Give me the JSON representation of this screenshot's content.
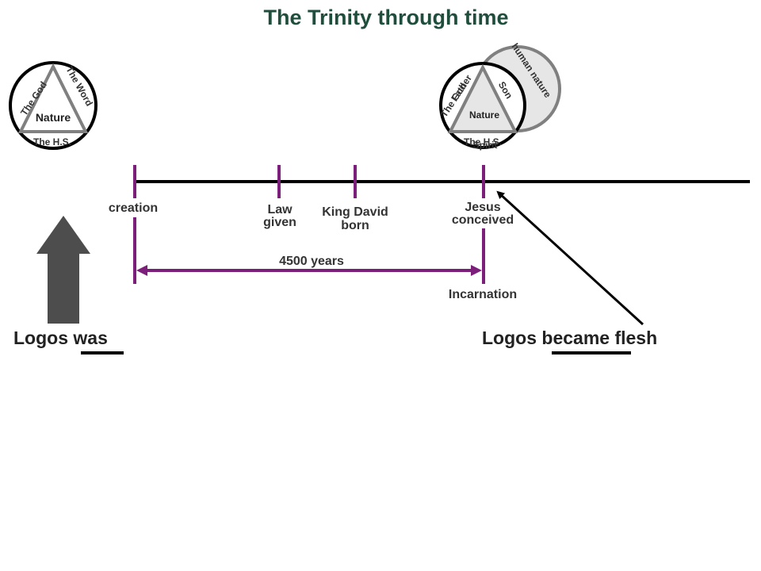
{
  "title": "The Trinity through time",
  "trinity_left": {
    "left_side": "The God",
    "right_side": "The Word",
    "bottom": "The H.S.",
    "center": "Nature"
  },
  "trinity_right": {
    "left_side_a": "The God",
    "left_side_b": "Father",
    "right_side": "Son",
    "bottom_a": "The H.S.",
    "bottom_b": "Spirit",
    "center": "Nature",
    "human_circle": "human nature"
  },
  "timeline": {
    "events": [
      {
        "lines": [
          "creation"
        ]
      },
      {
        "lines": [
          "Law",
          "given"
        ]
      },
      {
        "lines": [
          "King David",
          "born"
        ]
      },
      {
        "lines": [
          "Jesus",
          "conceived"
        ]
      }
    ],
    "span_label": "4500 years",
    "incarnation_label": "Incarnation"
  },
  "logos_was": {
    "prefix": "Logos ",
    "emphasis": "was"
  },
  "logos_became": {
    "prefix": "Logos ",
    "emphasis": "became",
    "suffix": " flesh"
  },
  "colors": {
    "title": "#1f4e3d",
    "marker": "#7b1f7b",
    "triangle": "#808080",
    "human_circle_fill": "#e6e6e6",
    "arrow_up": "#4d4d4d"
  }
}
